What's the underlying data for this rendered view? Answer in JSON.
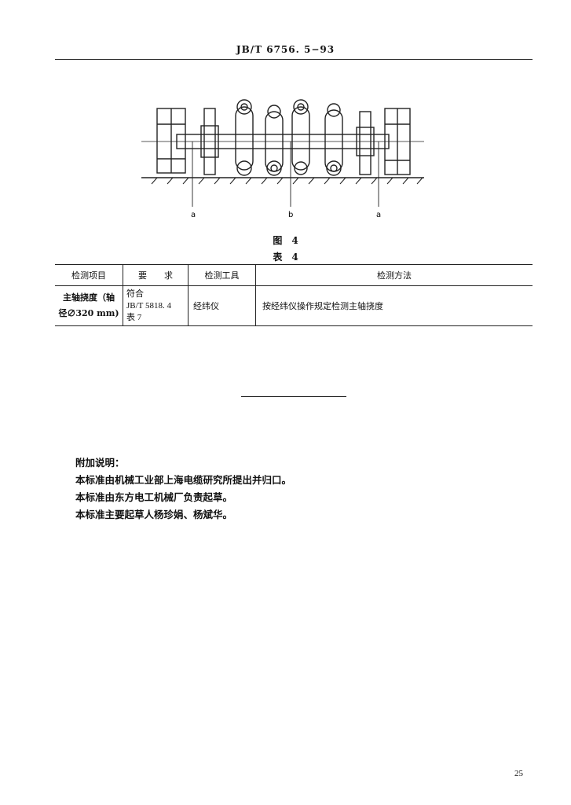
{
  "header": {
    "standard_code": "JB/T 6756. 5−93"
  },
  "figure": {
    "caption": "图　4",
    "labels": {
      "left": "a",
      "middle": "b",
      "right": "a"
    }
  },
  "table": {
    "caption": "表　4",
    "headers": [
      "检测项目",
      "要　　求",
      "检测工具",
      "检测方法"
    ],
    "row": {
      "item_line1": "主轴挠度（轴",
      "item_line2": "径∅320 mm)",
      "req_line1": "符合",
      "req_line2": "JB/T 5818. 4",
      "req_line3": "表 7",
      "tool": "经纬仪",
      "method": "按经纬仪操作规定检测主轴挠度"
    }
  },
  "notes": {
    "title": "附加说明：",
    "lines": [
      "本标准由机械工业部上海电缆研究所提出并归口。",
      "本标准由东方电工机械厂负责起草。",
      "本标准主要起草人杨珍娟、杨斌华。"
    ]
  },
  "page_number": "25"
}
